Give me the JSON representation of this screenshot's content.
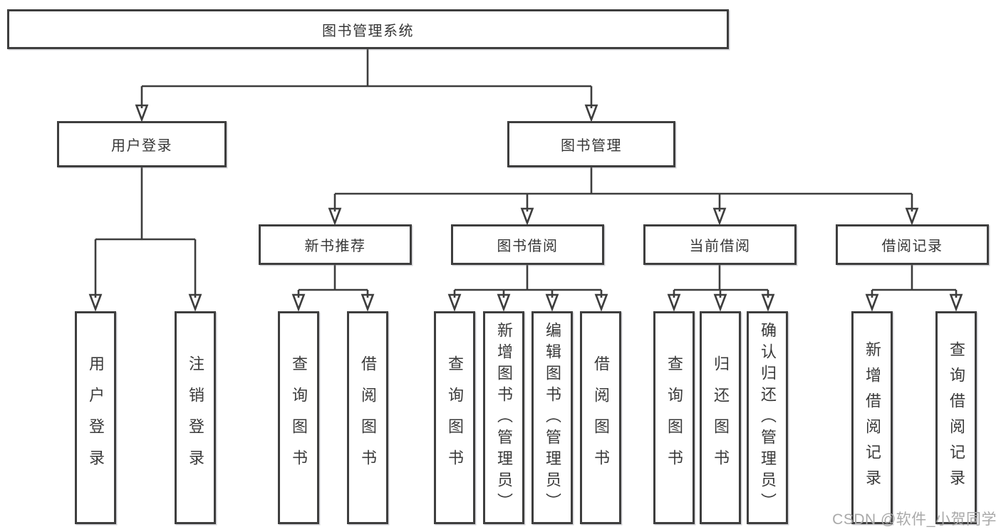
{
  "diagram": {
    "root_label": "图书管理系统",
    "level2": {
      "user_login": "用户登录",
      "book_management": "图书管理"
    },
    "level3": {
      "new_book_recommend": "新书推荐",
      "book_borrow": "图书借阅",
      "current_borrow": "当前借阅",
      "borrow_record": "借阅记录"
    },
    "leaves": {
      "user_login": "用户登录",
      "logout": "注销登录",
      "nb_query": "查询图书",
      "nb_borrow": "借阅图书",
      "bb_query": "查询图书",
      "bb_add": "新增图书（管理员）",
      "bb_edit": "编辑图书（管理员）",
      "bb_borrow": "借阅图书",
      "cb_query": "查询图书",
      "cb_return": "归还图书",
      "cb_confirm": "确认归还（管理员）",
      "br_add": "新增借阅记录",
      "br_query": "查询借阅记录"
    }
  },
  "watermark": "CSDN @软件_小贺同学"
}
